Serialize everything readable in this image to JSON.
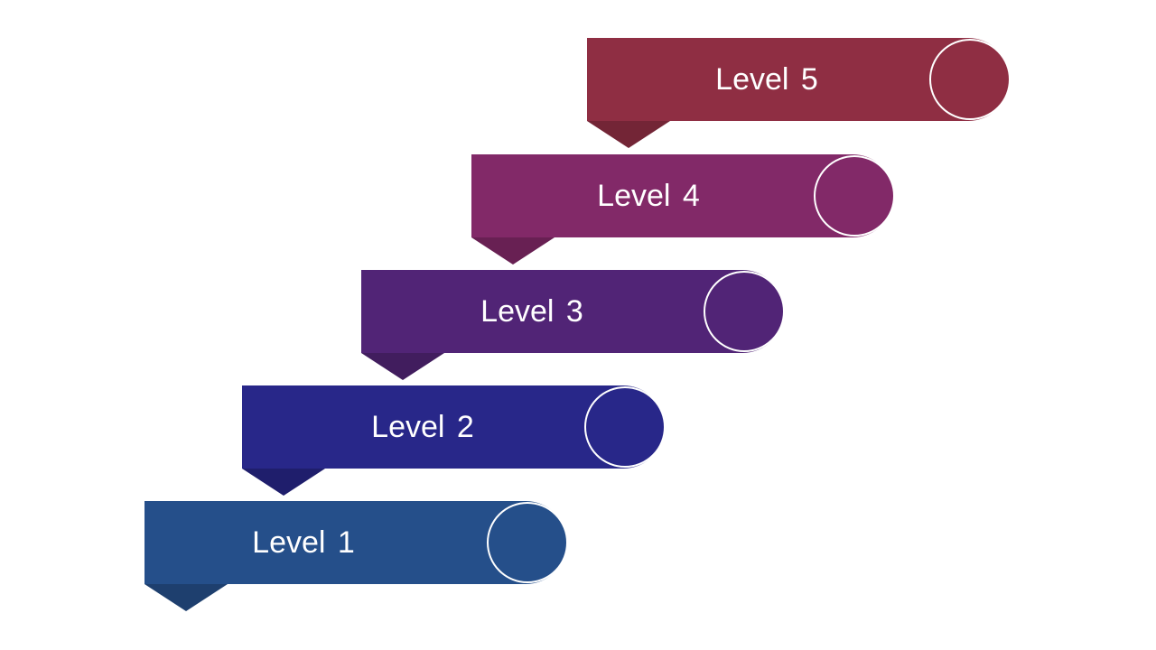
{
  "levels": [
    {
      "label": "Level 1",
      "color": "#254F8A",
      "fold_color": "#1E3F6E"
    },
    {
      "label": "Level 2",
      "color": "#282789",
      "fold_color": "#1F1E6C"
    },
    {
      "label": "Level 3",
      "color": "#512476",
      "fold_color": "#411D5E"
    },
    {
      "label": "Level 4",
      "color": "#822968",
      "fold_color": "#682053"
    },
    {
      "label": "Level 5",
      "color": "#8F2E43",
      "fold_color": "#732536"
    }
  ]
}
